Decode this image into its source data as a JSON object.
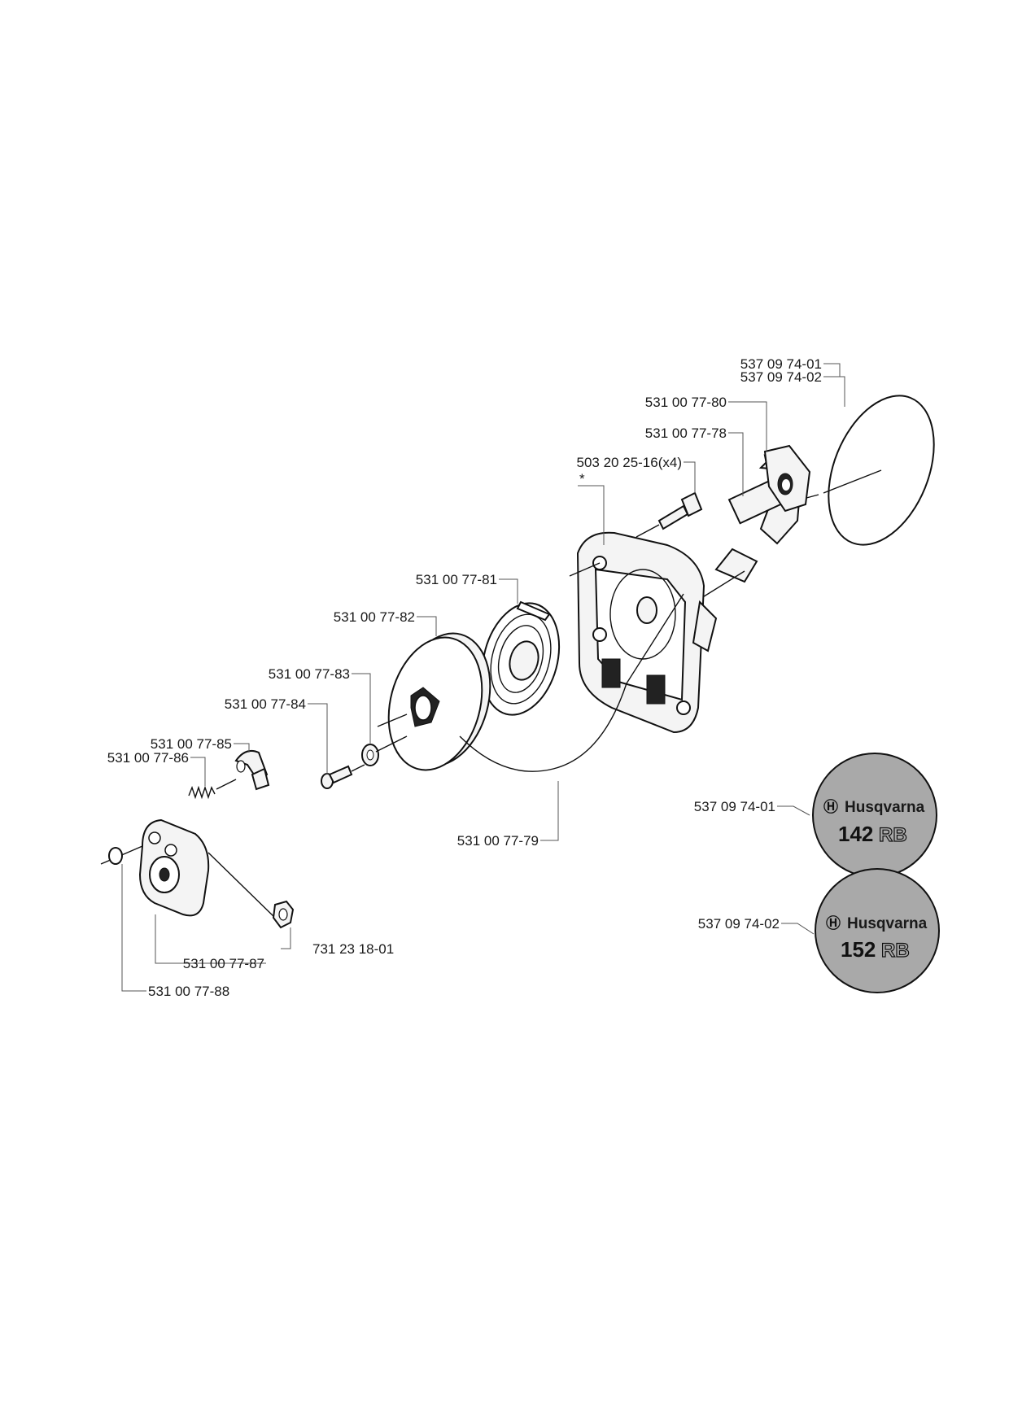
{
  "labels": {
    "decal_pair_1": "537 09 74-01",
    "decal_pair_2": "537 09 74-02",
    "handle_insert": "531 00 77-80",
    "handle": "531 00 77-78",
    "screw_x4": "503 20 25-16(x4)",
    "asterisk": "*",
    "spring": "531 00 77-81",
    "pulley": "531 00 77-82",
    "washer": "531 00 77-83",
    "screw": "531 00 77-84",
    "pawl": "531 00 77-85",
    "pawl_spring": "531 00 77-86",
    "cover_plate": "531 00 77-87",
    "ring": "531 00 77-88",
    "nut": "731 23 18-01",
    "rope": "531 00 77-79",
    "decal_142": "537 09 74-01",
    "decal_152": "537 09 74-02"
  },
  "decals": {
    "brand": "Husqvarna",
    "model_142": "142",
    "model_152": "152",
    "suffix": "RB",
    "fill_color": "#a9a9a9"
  }
}
